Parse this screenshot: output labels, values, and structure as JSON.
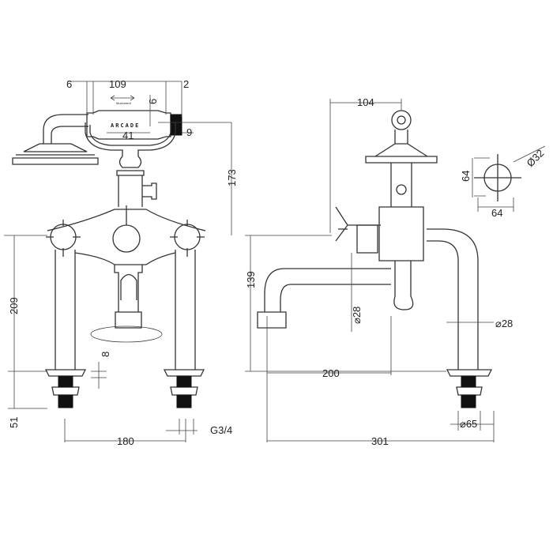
{
  "brand_label": "ARCADE",
  "movement_label": "Movement",
  "front_view": {
    "dim_gap_left": "6",
    "dim_handset_length": "109",
    "dim_gap_right": "2",
    "dim_cradle_height": "6",
    "dim_cap": "9",
    "dim_cradle_width": "41",
    "dim_height_above_body": "173",
    "dim_leg_height": "209",
    "dim_base_thickness": "8",
    "dim_shank_length": "51",
    "dim_centres": "180",
    "dim_thread": "G3/4"
  },
  "side_view": {
    "dim_valve_offset": "104",
    "dim_spout_height": "139",
    "dim_spout_dia": "⌀28",
    "dim_leg_dia": "⌀28",
    "dim_spout_reach": "200",
    "dim_base_dia": "⌀65",
    "dim_overall_depth": "301"
  },
  "handle_detail": {
    "dim_height": "64",
    "dim_width": "64",
    "dim_dia": "Ø32"
  }
}
